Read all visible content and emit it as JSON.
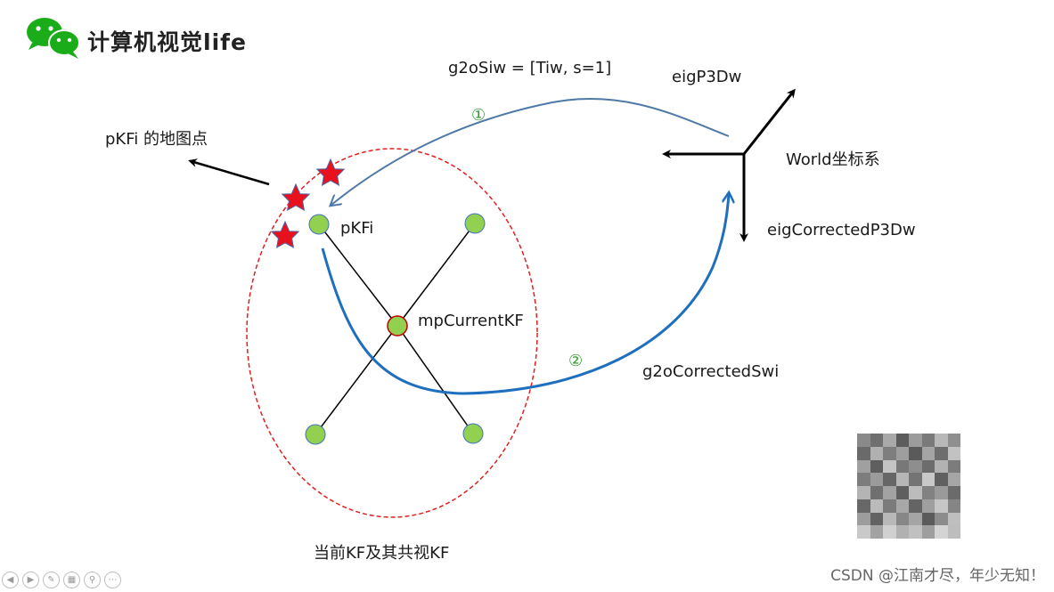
{
  "brand": {
    "name": "计算机视觉life",
    "icon": "wechat-logo"
  },
  "labels": {
    "g2oSiw": "g2oSiw = [Tiw, s=1]",
    "eigP3Dw": "eigP3Dw",
    "pKFi_points": "pKFi 的地图点",
    "world": "World坐标系",
    "eigCorrected": "eigCorrectedP3Dw",
    "pKFi": "pKFi",
    "mpCurrentKF": "mpCurrentKF",
    "g2oCorrectedSwi": "g2oCorrectedSwi",
    "covis": "当前KF及其共视KF",
    "step1": "①",
    "step2": "②"
  },
  "watermark": "CSDN @江南才尽，年少无知！",
  "toolbar": [
    "prev-icon",
    "next-icon",
    "pen-icon",
    "grid-icon",
    "zoom-icon",
    "more-icon"
  ],
  "colors": {
    "node_fill": "#92d050",
    "node_stroke": "#4472c4",
    "center_stroke": "#c00000",
    "ellipse": "#e02020",
    "arrow1": "#4e79a7",
    "arrow2": "#1f6fbf",
    "star": "#e8121e",
    "star_stroke": "#5060a0",
    "step_color": "#2e9e2e"
  },
  "qr_cells": [
    "#8a8a8a",
    "#6f6f6f",
    "#a9a9a9",
    "#5c5c5c",
    "#9c9c9c",
    "#7a7a7a",
    "#b8b8b8",
    "#8f8f8f",
    "#6a6a6a",
    "#b0b0b0",
    "#7e7e7e",
    "#9e9e9e",
    "#5a5a5a",
    "#a4a4a4",
    "#6e6e6e",
    "#c2c2c2",
    "#a0a0a0",
    "#5e5e5e",
    "#c4c4c4",
    "#787878",
    "#8e8e8e",
    "#6c6c6c",
    "#b2b2b2",
    "#7c7c7c",
    "#7d7d7d",
    "#9b9b9b",
    "#666666",
    "#b6b6b6",
    "#747474",
    "#c8c8c8",
    "#606060",
    "#a6a6a6",
    "#b4b4b4",
    "#707070",
    "#a2a2a2",
    "#5f5f5f",
    "#bcbcbc",
    "#828282",
    "#9a9a9a",
    "#6b6b6b",
    "#686868",
    "#bababa",
    "#7b7b7b",
    "#a8a8a8",
    "#646464",
    "#9f9f9f",
    "#c6c6c6",
    "#858585",
    "#9d9d9d",
    "#626262",
    "#b8b8b8",
    "#878787",
    "#a5a5a5",
    "#5b5b5b",
    "#8c8c8c",
    "#bfbfbf",
    "#c9c9c9",
    "#a3a3a3",
    "#d0d0d0",
    "#b1b1b1",
    "#c0c0c0",
    "#9e9e9e",
    "#d4d4d4",
    "#bdbdbd"
  ]
}
